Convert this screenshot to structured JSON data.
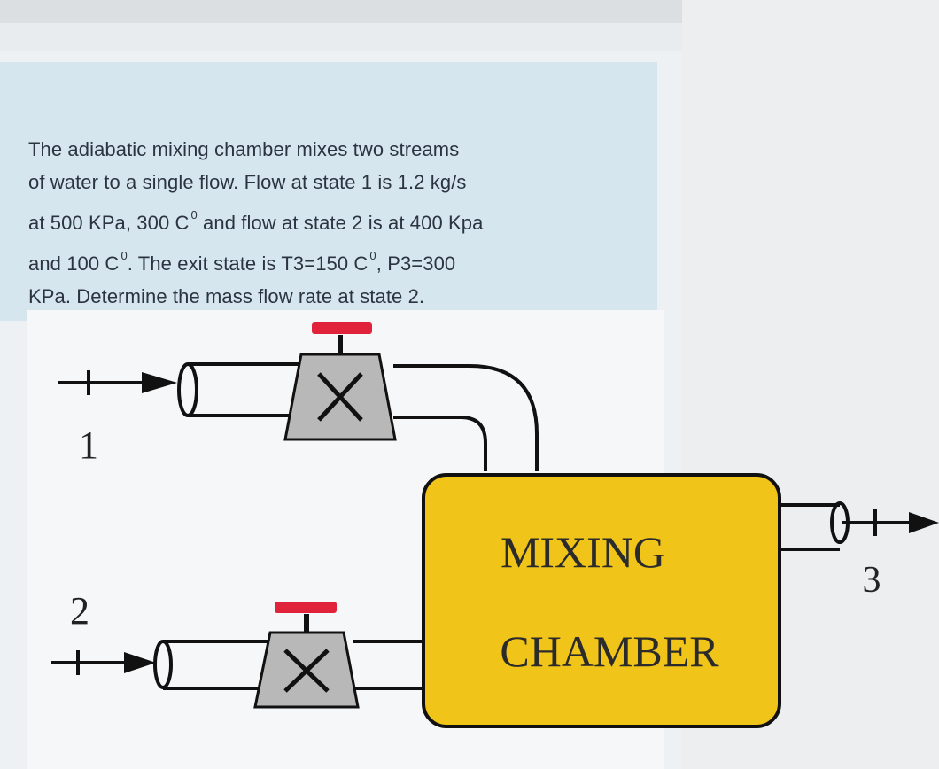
{
  "question": {
    "line1": "The adiabatic mixing chamber mixes two streams",
    "line2": "of water to a single flow. Flow at state 1 is 1.2 kg/s",
    "line3a": "at 500 KPa, 300 C",
    "line3b": " and flow at state 2 is at 400 Kpa",
    "line4a": "and 100 C",
    "line4b": ". The exit state is T3=150 C",
    "line4c": ", P3=300",
    "line5": "KPa. Determine the mass flow rate at state 2.",
    "degree_symbol": "0"
  },
  "diagram": {
    "chamber_line1": "MIXING",
    "chamber_line2": "CHAMBER",
    "state1_label": "1",
    "state2_label": "2",
    "state3_label": "3",
    "chamber_color": "#f0c419",
    "valve_color": "#b8b8b8",
    "valve_handle_color": "#e0233a"
  }
}
